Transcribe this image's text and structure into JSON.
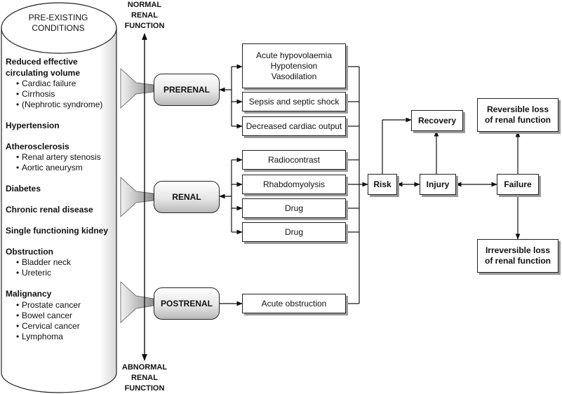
{
  "cylinder": {
    "header": "PRE-EXISTING CONDITIONS",
    "groups": [
      {
        "title": "Reduced effective circulating volume",
        "items": [
          "Cardiac failure",
          "Cirrhosis",
          "(Nephrotic syndrome)"
        ]
      },
      {
        "title": "Hypertension",
        "items": []
      },
      {
        "title": "Atherosclerosis",
        "items": [
          "Renal artery stenosis",
          "Aortic aneurysm"
        ]
      },
      {
        "title": "Diabetes",
        "items": []
      },
      {
        "title": "Chronic renal disease",
        "items": []
      },
      {
        "title": "Single functioning kidney",
        "items": []
      },
      {
        "title": "Obstruction",
        "items": [
          "Bladder neck",
          "Ureteric"
        ]
      },
      {
        "title": "Malignancy",
        "items": [
          "Prostate cancer",
          "Bowel cancer",
          "Cervical cancer",
          "Lymphoma"
        ]
      }
    ]
  },
  "axis": {
    "top_label": "NORMAL RENAL FUNCTION",
    "bottom_label": "ABNORMAL RENAL FUNCTION"
  },
  "categories": {
    "prerenal": "PRERENAL",
    "renal": "RENAL",
    "postrenal": "POSTRENAL"
  },
  "causes": {
    "prerenal": [
      "Acute hypovolaemia",
      "Hypotension",
      "Vasodilation",
      "Sepsis and septic shock",
      "Decreased cardiac output"
    ],
    "renal": [
      "Radiocontrast",
      "Rhabdomyolysis",
      "Drug",
      "Drug"
    ],
    "postrenal": [
      "Acute obstruction"
    ]
  },
  "stages": {
    "risk": "Risk",
    "injury": "Injury",
    "failure": "Failure",
    "recovery": "Recovery",
    "reversible": "Reversible loss of renal function",
    "irreversible": "Irreversible loss of renal function"
  }
}
